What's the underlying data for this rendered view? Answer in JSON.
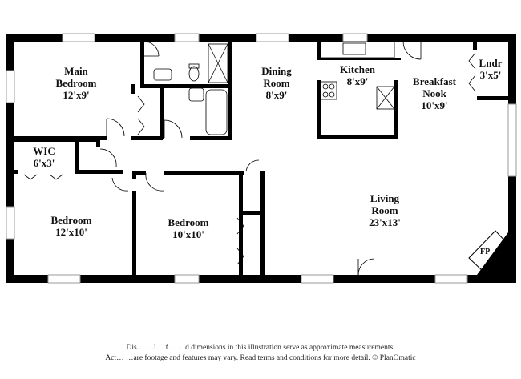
{
  "rooms": [
    {
      "key": "main_bedroom",
      "name_lines": [
        "Main",
        "Bedroom"
      ],
      "dim": "12'x9'"
    },
    {
      "key": "dining_room",
      "name_lines": [
        "Dining",
        "Room"
      ],
      "dim": "8'x9'"
    },
    {
      "key": "kitchen",
      "name_lines": [
        "Kitchen"
      ],
      "dim": "8'x9'"
    },
    {
      "key": "breakfast_nook",
      "name_lines": [
        "Breakfast",
        "Nook"
      ],
      "dim": "10'x9'"
    },
    {
      "key": "laundry",
      "name_lines": [
        "Lndr"
      ],
      "dim": "3'x5'"
    },
    {
      "key": "wic",
      "name_lines": [
        "WIC"
      ],
      "dim": "6'x3'"
    },
    {
      "key": "bedroom_1",
      "name_lines": [
        "Bedroom"
      ],
      "dim": "12'x10'"
    },
    {
      "key": "bedroom_2",
      "name_lines": [
        "Bedroom"
      ],
      "dim": "10'x10'"
    },
    {
      "key": "living_room",
      "name_lines": [
        "Living",
        "Room"
      ],
      "dim": "23'x13'"
    }
  ],
  "fireplace_label": "FP",
  "disclaimer": {
    "line1": "Dis… …l… f… …d dimensions in this illustration serve as approximate measurements.",
    "line2": "Act… …are footage and features may vary. Read terms and conditions for more detail. © PlanOmatic"
  }
}
